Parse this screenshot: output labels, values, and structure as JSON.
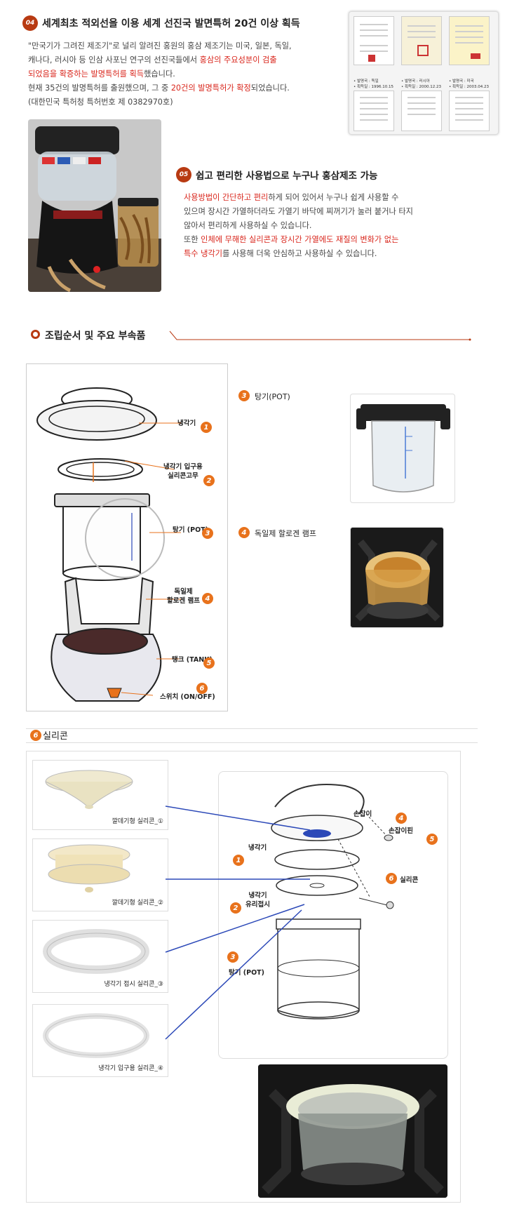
{
  "section4": {
    "badge": "04",
    "heading": "세계최초 적외선을 이용 세계 선진국 발면특허 20건 이상 획득",
    "lines": [
      [
        {
          "t": "\"만국기가 그려진 제조기\"로 널리 알려진 홍원의 홍삼 제조기는 미국, 일본, 독일,",
          "r": false
        }
      ],
      [
        {
          "t": "캐나다, 러시아 등 인삼 사포닌 연구의 선진국들에서 ",
          "r": false
        },
        {
          "t": "홍삼의 주요성분이 검출",
          "r": true
        }
      ],
      [
        {
          "t": "되었음을 확증하는 발명특허를 획득",
          "r": true
        },
        {
          "t": "했습니다.",
          "r": false
        }
      ],
      [
        {
          "t": "현재 35건의 발명특허를 출원했으며, 그 중 ",
          "r": false
        },
        {
          "t": "20건의 발명특허가 확정",
          "r": true
        },
        {
          "t": "되었습니다.",
          "r": false
        }
      ],
      [
        {
          "t": "(대한민국 특허청 특허번호 제 0382970호)",
          "r": false
        }
      ]
    ]
  },
  "certs": {
    "captions": [
      "• 발명국 : 독일",
      "• 획득일 : 1996.10.15",
      "• 발명국 : 러시아",
      "• 획득일 : 2000.12.23",
      "• 발명국 : 미국",
      "• 획득일 : 2003.04.23"
    ]
  },
  "section5": {
    "badge": "05",
    "heading": "쉽고 편리한 사용법으로 누구나 홍삼제조 가능",
    "lines": [
      [
        {
          "t": "사용방법이 간단하고 편리",
          "r": true
        },
        {
          "t": "하게 되어 있어서 누구나 쉽게 사용할 수",
          "r": false
        }
      ],
      [
        {
          "t": "있으며 장시간 가열하더라도 가열기 바닥에 찌꺼기가 눌러 붙거나 타지",
          "r": false
        }
      ],
      [
        {
          "t": "않아서 편리하게 사용하실 수 있습니다.",
          "r": false
        }
      ],
      [
        {
          "t": "또한 ",
          "r": false
        },
        {
          "t": "인체에 무해한 실리콘과 장시간 가열에도 재질의 변화가 없는",
          "r": true
        }
      ],
      [
        {
          "t": "특수 냉각기",
          "r": true
        },
        {
          "t": "를 사용해 더욱 안심하고 사용하실 수 있습니다.",
          "r": false
        }
      ]
    ]
  },
  "assembly": {
    "title": "조립순서 및 주요 부속품",
    "diagram_labels": [
      {
        "n": "1",
        "text": "냉각기"
      },
      {
        "n": "2",
        "text": "냉각기 입구용\n실리콘고무"
      },
      {
        "n": "3",
        "text": "탕기 (POT)"
      },
      {
        "n": "4",
        "text": "독일제\n할로겐 램프"
      },
      {
        "n": "5",
        "text": "탱크 (TANK)"
      },
      {
        "n": "6",
        "text": "스위치 (ON/OFF)"
      }
    ],
    "pot": {
      "n": "3",
      "text": "탕기(POT)"
    },
    "lamp": {
      "n": "4",
      "text": "독일제 할로겐 램프"
    }
  },
  "silicone": {
    "n": "6",
    "title": "실리콘",
    "items": [
      "깔데기형 실리콘_①",
      "깔데기형 실리콘_②",
      "냉각기 접시 실리콘_③",
      "냉각기 입구용 실리콘_④"
    ],
    "diagram_labels": [
      {
        "n": "4",
        "text": "손잡이"
      },
      {
        "n": "5",
        "text": "손잡이핀"
      },
      {
        "n": "1",
        "text": "냉각기"
      },
      {
        "n": "6",
        "text": "실리콘"
      },
      {
        "n": "2",
        "text": "냉각기\n유리접시"
      },
      {
        "n": "3",
        "text": "탕기 (POT)"
      }
    ]
  },
  "colors": {
    "accent": "#b83a12",
    "red_text": "#d9261c",
    "orange_badge": "#e8721c",
    "blue_line": "#2c49b8"
  }
}
